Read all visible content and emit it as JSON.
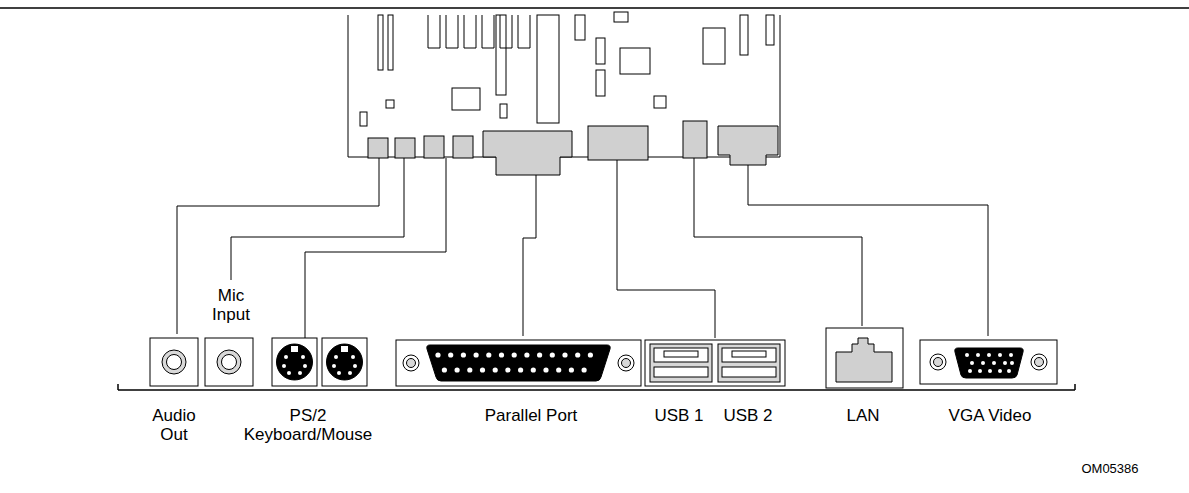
{
  "diagram": {
    "labels": [
      "Mic Input",
      "Audio Out",
      "PS/2 Keyboard/Mouse",
      "Parallel Port",
      "USB 1",
      "USB 2",
      "LAN",
      "VGA Video",
      "OM05386"
    ]
  }
}
